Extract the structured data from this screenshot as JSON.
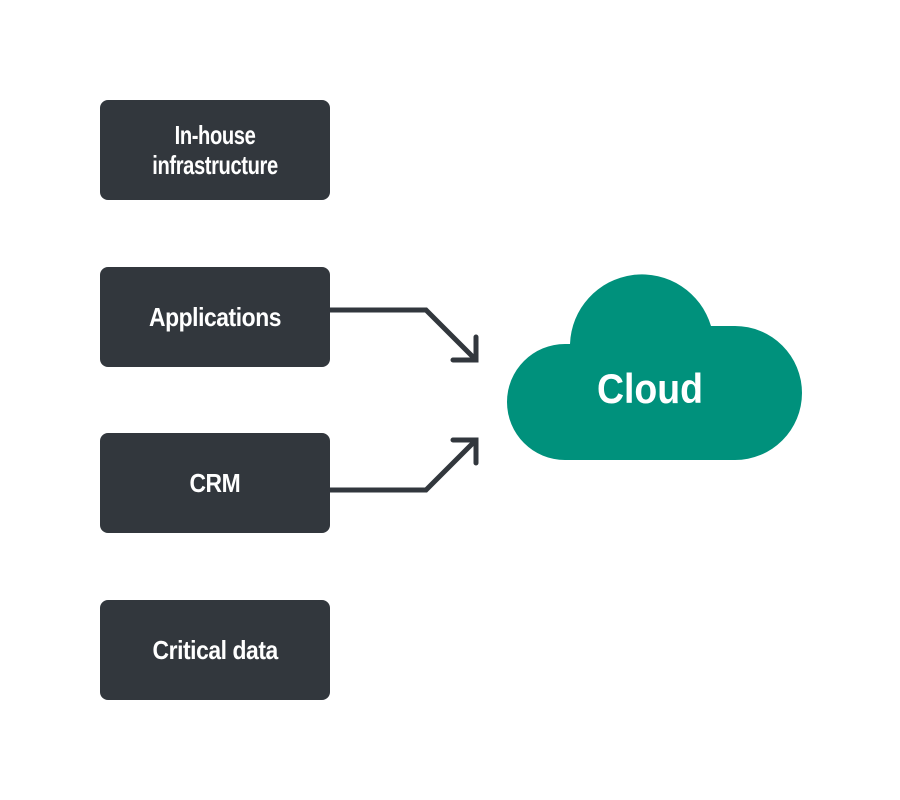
{
  "diagram": {
    "sources": [
      {
        "id": "in-house-infrastructure",
        "lines": [
          "In-house",
          "infrastructure"
        ]
      },
      {
        "id": "applications",
        "lines": [
          "Applications"
        ]
      },
      {
        "id": "crm",
        "lines": [
          "CRM"
        ]
      },
      {
        "id": "critical-data",
        "lines": [
          "Critical data"
        ]
      }
    ],
    "target": {
      "label": "Cloud"
    },
    "connections": [
      {
        "from": "applications",
        "to": "cloud"
      },
      {
        "from": "crm",
        "to": "cloud"
      }
    ],
    "colors": {
      "box": "#32373d",
      "box_text": "#ffffff",
      "cloud": "#00917c",
      "arrow": "#32373d",
      "background": "#ffffff"
    }
  }
}
